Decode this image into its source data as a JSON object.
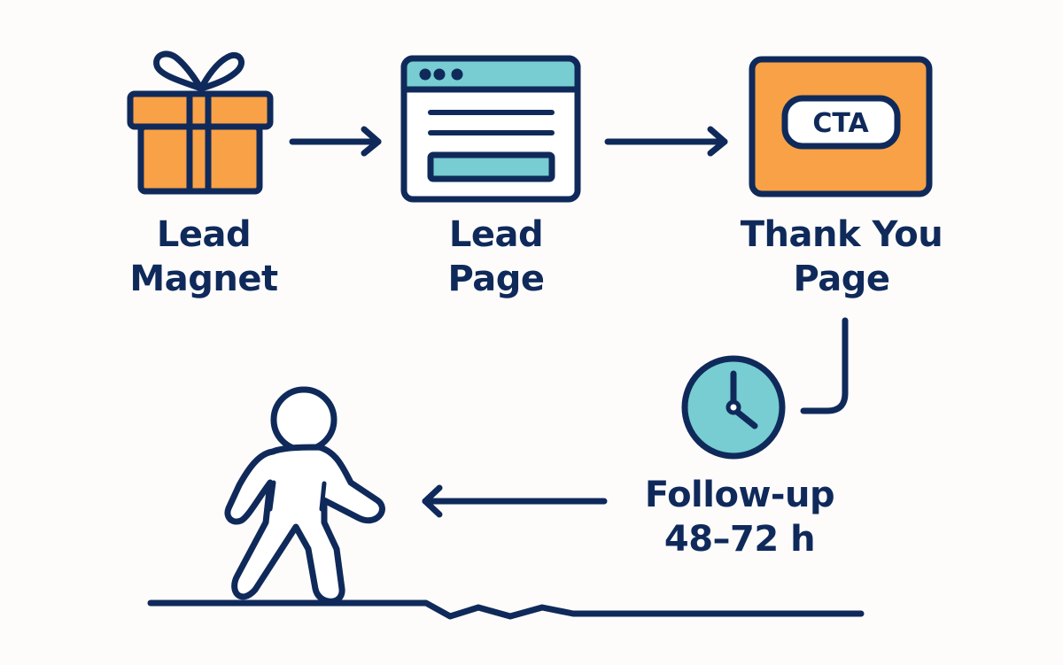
{
  "colors": {
    "stroke": "#0f2a5a",
    "orange": "#f8a146",
    "teal": "#77cdd2",
    "white": "#ffffff",
    "background": "#fdfcfb"
  },
  "steps": [
    {
      "id": "lead-magnet",
      "icon": "gift-icon",
      "label_lines": [
        "Lead",
        "Magnet"
      ]
    },
    {
      "id": "lead-page",
      "icon": "browser-window-icon",
      "label_lines": [
        "Lead",
        "Page"
      ]
    },
    {
      "id": "thank-you-page",
      "icon": "cta-card-icon",
      "label_lines": [
        "Thank You",
        "Page"
      ],
      "cta_text": "CTA"
    },
    {
      "id": "follow-up",
      "icon": "clock-icon",
      "label_lines": [
        "Follow-up",
        "48–72 h"
      ]
    },
    {
      "id": "visitor",
      "icon": "walking-person-icon"
    }
  ],
  "connectors": [
    {
      "from": "lead-magnet",
      "to": "lead-page",
      "direction": "right"
    },
    {
      "from": "lead-page",
      "to": "thank-you-page",
      "direction": "right"
    },
    {
      "from": "thank-you-page",
      "to": "follow-up",
      "direction": "down-left"
    },
    {
      "from": "follow-up",
      "to": "visitor",
      "direction": "left"
    }
  ]
}
